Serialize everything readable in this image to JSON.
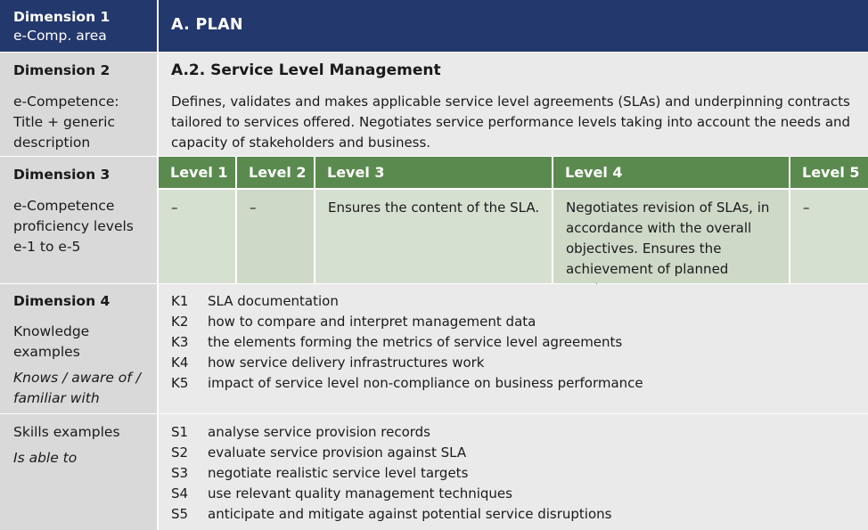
{
  "dimension1": {
    "heading": "Dimension 1",
    "subheading": "e-Comp. area",
    "value": "A. PLAN"
  },
  "dimension2": {
    "heading": "Dimension 2",
    "label_lines": [
      "e-Competence:",
      "Title + generic",
      "description"
    ],
    "title": "A.2. Service Level Management",
    "description": "Defines, validates and makes applicable service level agreements (SLAs) and underpinning contracts tailored to services offered. Negotiates service performance levels taking into account the needs and capacity of stakeholders and business."
  },
  "dimension3": {
    "heading": "Dimension 3",
    "label_lines": [
      "e-Competence",
      "proficiency levels",
      "e-1 to e-5"
    ],
    "levels": [
      {
        "name": "Level 1",
        "text": "–"
      },
      {
        "name": "Level 2",
        "text": "–"
      },
      {
        "name": "Level 3",
        "text": "Ensures the content of the SLA."
      },
      {
        "name": "Level 4",
        "text": "Negotiates revision of SLAs, in accordance with the overall objectives. Ensures the achievement of planned results."
      },
      {
        "name": "Level 5",
        "text": "–"
      }
    ]
  },
  "dimension4": {
    "heading": "Dimension 4",
    "label_lines": [
      "Knowledge",
      "examples"
    ],
    "label_italic_lines": [
      "Knows / aware of /",
      "familiar with"
    ],
    "items": [
      {
        "code": "K1",
        "text": "SLA documentation"
      },
      {
        "code": "K2",
        "text": "how to compare and interpret management data"
      },
      {
        "code": "K3",
        "text": "the elements forming the metrics of service level agreements"
      },
      {
        "code": "K4",
        "text": "how service delivery infrastructures work"
      },
      {
        "code": "K5",
        "text": "impact of service level non-compliance on business performance"
      }
    ]
  },
  "skills": {
    "label": "Skills examples",
    "label_italic": "Is able to",
    "items": [
      {
        "code": "S1",
        "text": "analyse service provision records"
      },
      {
        "code": "S2",
        "text": "evaluate service provision against SLA"
      },
      {
        "code": "S3",
        "text": "negotiate realistic service level targets"
      },
      {
        "code": "S4",
        "text": "use relevant quality management techniques"
      },
      {
        "code": "S5",
        "text": "anticipate and mitigate against potential service disruptions"
      }
    ]
  },
  "colors": {
    "header_navy": "#23386d",
    "level_header_green": "#5b8a4f",
    "level_body": "#d6e0d1",
    "left_gray": "#d9d9d9",
    "right_gray": "#eaeaea"
  }
}
